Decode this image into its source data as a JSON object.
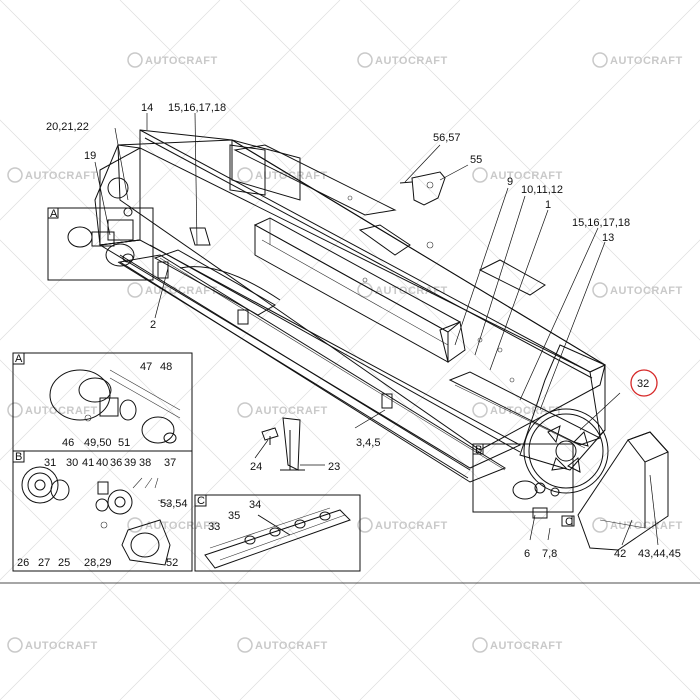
{
  "watermark": {
    "text": "AUTOCRAFT",
    "logo_icon": "autocraft-logo-icon"
  },
  "highlight": {
    "label": "32",
    "color": "#d62828"
  },
  "detail_boxes": [
    {
      "id": "main-A",
      "letter": "A"
    },
    {
      "id": "main-B",
      "letter": "B"
    },
    {
      "id": "main-C",
      "letter": "C"
    },
    {
      "id": "inset-A",
      "letter": "A"
    },
    {
      "id": "inset-B",
      "letter": "B"
    },
    {
      "id": "inset-C",
      "letter": "C"
    }
  ],
  "callouts": [
    "14",
    "15,16,17,18",
    "20,21,22",
    "19",
    "56,57",
    "55",
    "9",
    "10,11,12",
    "1",
    "15,16,17,18",
    "13",
    "2",
    "47",
    "48",
    "46",
    "49,50",
    "51",
    "3,4,5",
    "24",
    "23",
    "31",
    "30",
    "41",
    "40",
    "36",
    "39",
    "38",
    "37",
    "53,54",
    "34",
    "35",
    "33",
    "26",
    "27",
    "25",
    "28,29",
    "52",
    "6",
    "7,8",
    "42",
    "43,44,45"
  ]
}
